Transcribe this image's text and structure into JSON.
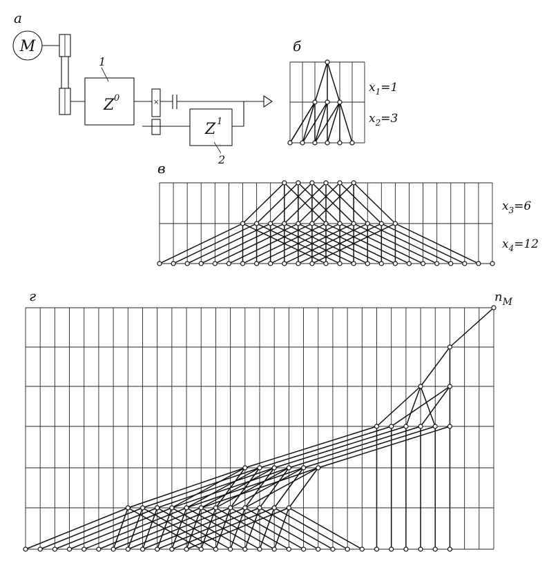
{
  "panel_a": {
    "label": "а",
    "motor": "М",
    "group0": {
      "number": "1",
      "symbol": "Z",
      "sup": "0"
    },
    "group1": {
      "number": "2",
      "symbol": "Z",
      "sup": "1"
    }
  },
  "panel_b": {
    "label": "б",
    "x1": {
      "name": "x",
      "sub": "1",
      "value": "=1"
    },
    "x2": {
      "name": "x",
      "sub": "2",
      "value": "=3"
    }
  },
  "panel_v": {
    "label": "в",
    "x3": {
      "name": "x",
      "sub": "3",
      "value": "=6"
    },
    "x4": {
      "name": "x",
      "sub": "4",
      "value": "=12"
    }
  },
  "panel_g": {
    "label": "г",
    "n_label": {
      "name": "n",
      "sub": "M"
    }
  }
}
